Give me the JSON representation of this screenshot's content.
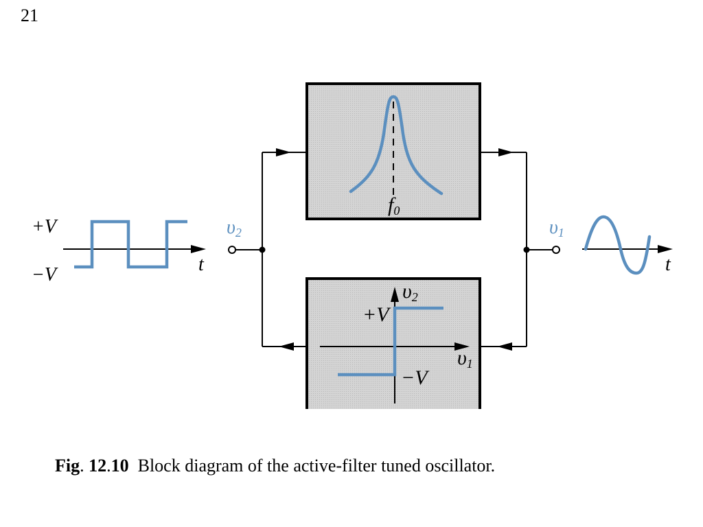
{
  "page_number": "21",
  "caption": {
    "fig_word": "Fig",
    "sep": ".",
    "fig_num_a": "12",
    "fig_num_b": "10",
    "text": "Block diagram of the active-filter tuned oscillator."
  },
  "square_wave": {
    "plus_label": "+V",
    "minus_label": "−V",
    "time_label": "t"
  },
  "sine_wave": {
    "time_label": "t"
  },
  "nodes": {
    "v2_main": "υ",
    "v2_sub": "2",
    "v1_main": "υ",
    "v1_sub": "1"
  },
  "filter_block": {
    "center_freq_main": "f",
    "center_freq_sub": "0"
  },
  "comparator_block": {
    "y_axis_main": "υ",
    "y_axis_sub": "2",
    "x_axis_main": "υ",
    "x_axis_sub": "1",
    "plus_label": "+V",
    "minus_label": "−V"
  },
  "colors": {
    "signal": "#5b8fbf",
    "block_fill": "#cfcfcf",
    "line": "#000000"
  }
}
